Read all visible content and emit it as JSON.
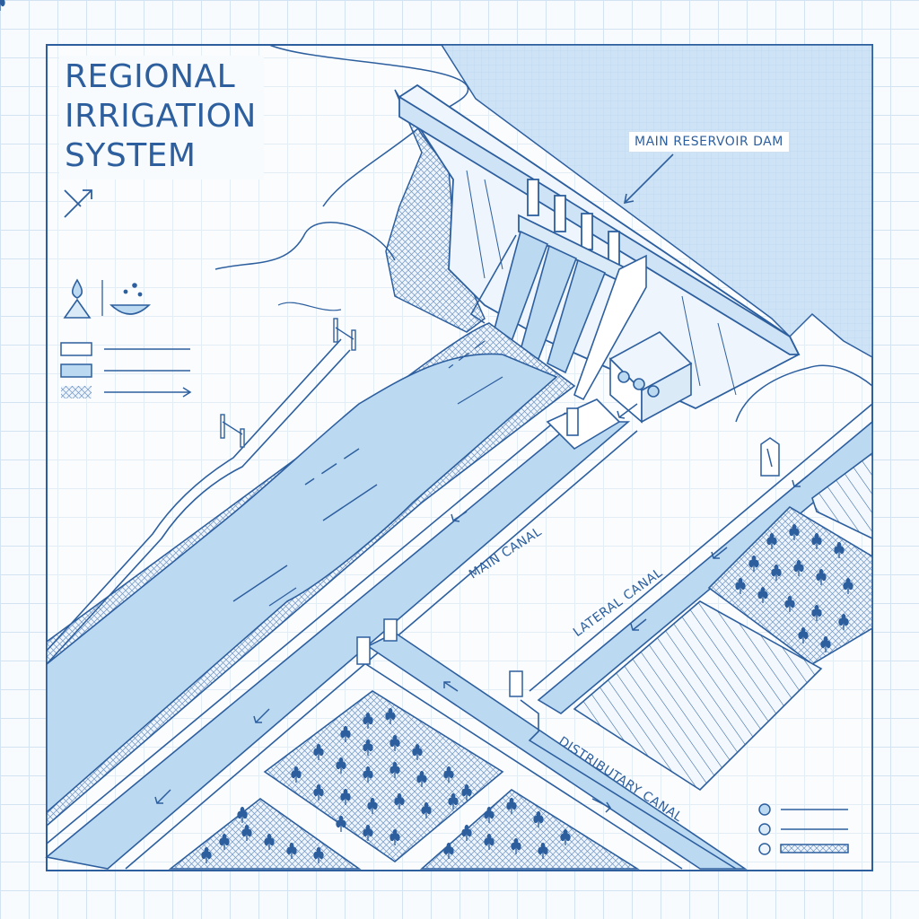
{
  "title": {
    "line1": "REGIONAL",
    "line2": "IRRIGATION",
    "line3": "SYSTEM"
  },
  "labels": {
    "dam": "MAIN RESERVOIR DAM",
    "main_canal": "MAIN CANAL",
    "lateral_canal": "LATERAL CANAL",
    "distributary_canal": "DISTRIBUTARY CANAL"
  },
  "icons": {
    "compass": "compass-arrow-icon",
    "water_source": "water-drop-mountain-icon",
    "water_bowl": "water-bowl-icon"
  },
  "colors": {
    "ink": "#2d5f9e",
    "water": "#bcd9f2",
    "water_light": "#d7e9f8",
    "grid": "#d3e3f2",
    "paper": "#f7fbfe"
  }
}
